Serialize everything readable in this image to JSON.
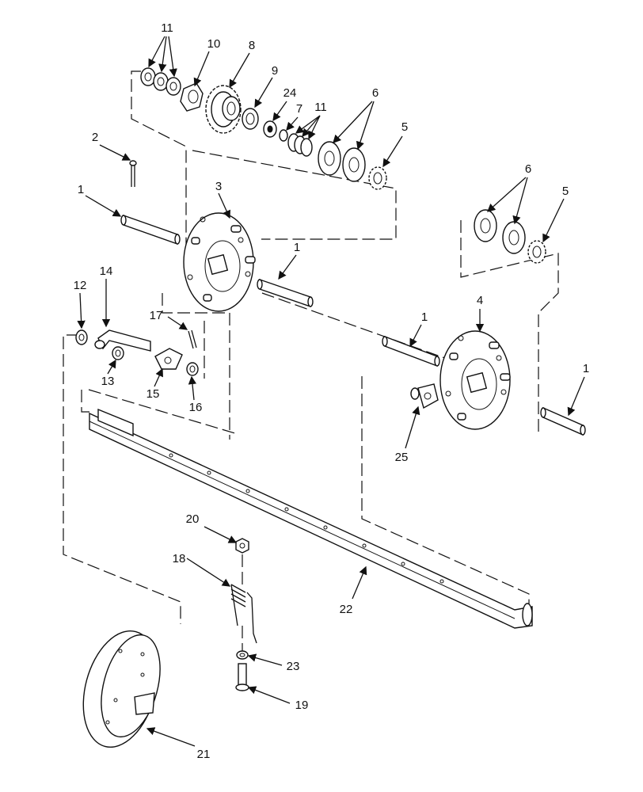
{
  "diagram": {
    "callouts": [
      {
        "id": "c-11a",
        "text": "11"
      },
      {
        "id": "c-10",
        "text": "10"
      },
      {
        "id": "c-8",
        "text": "8"
      },
      {
        "id": "c-9",
        "text": "9"
      },
      {
        "id": "c-24",
        "text": "24"
      },
      {
        "id": "c-7",
        "text": "7"
      },
      {
        "id": "c-11b",
        "text": "11"
      },
      {
        "id": "c-6a",
        "text": "6"
      },
      {
        "id": "c-5a",
        "text": "5"
      },
      {
        "id": "c-2",
        "text": "2"
      },
      {
        "id": "c-1a",
        "text": "1"
      },
      {
        "id": "c-3",
        "text": "3"
      },
      {
        "id": "c-1b",
        "text": "1"
      },
      {
        "id": "c-6b",
        "text": "6"
      },
      {
        "id": "c-5b",
        "text": "5"
      },
      {
        "id": "c-14",
        "text": "14"
      },
      {
        "id": "c-12",
        "text": "12"
      },
      {
        "id": "c-17",
        "text": "17"
      },
      {
        "id": "c-13",
        "text": "13"
      },
      {
        "id": "c-15",
        "text": "15"
      },
      {
        "id": "c-16",
        "text": "16"
      },
      {
        "id": "c-1c",
        "text": "1"
      },
      {
        "id": "c-4",
        "text": "4"
      },
      {
        "id": "c-1d",
        "text": "1"
      },
      {
        "id": "c-25",
        "text": "25"
      },
      {
        "id": "c-20",
        "text": "20"
      },
      {
        "id": "c-18",
        "text": "18"
      },
      {
        "id": "c-22",
        "text": "22"
      },
      {
        "id": "c-23",
        "text": "23"
      },
      {
        "id": "c-19",
        "text": "19"
      },
      {
        "id": "c-21",
        "text": "21"
      }
    ]
  }
}
